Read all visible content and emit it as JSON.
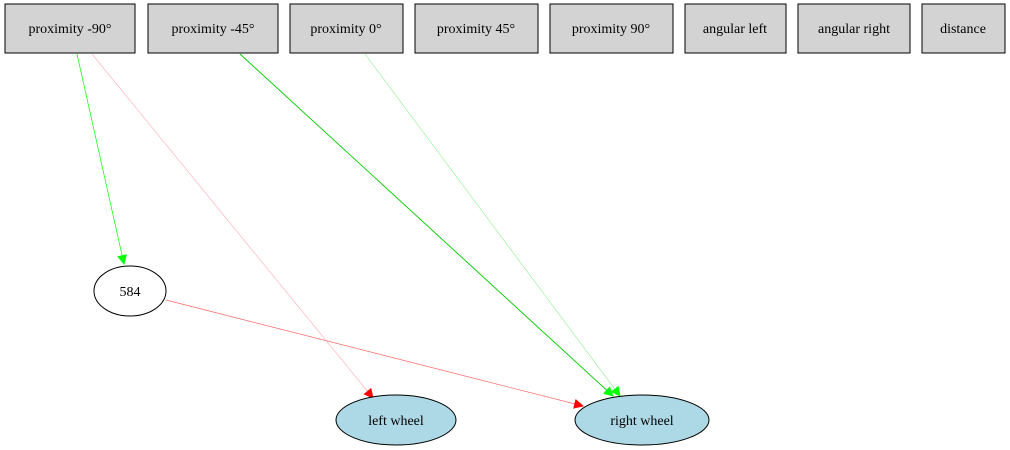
{
  "input_nodes": [
    {
      "id": "in0",
      "label": "proximity -90°"
    },
    {
      "id": "in1",
      "label": "proximity -45°"
    },
    {
      "id": "in2",
      "label": "proximity 0°"
    },
    {
      "id": "in3",
      "label": "proximity 45°"
    },
    {
      "id": "in4",
      "label": "proximity 90°"
    },
    {
      "id": "in5",
      "label": "angular left"
    },
    {
      "id": "in6",
      "label": "angular right"
    },
    {
      "id": "in7",
      "label": "distance"
    }
  ],
  "hidden_nodes": [
    {
      "id": "h584",
      "label": "584",
      "fill": "#ffffff"
    }
  ],
  "output_nodes": [
    {
      "id": "outL",
      "label": "left wheel",
      "fill": "#add8e6"
    },
    {
      "id": "outR",
      "label": "right wheel",
      "fill": "#add8e6"
    }
  ],
  "edges": [
    {
      "from": "in0",
      "to": "h584",
      "color": "#00ff00",
      "sign": "positive"
    },
    {
      "from": "in0",
      "to": "outL",
      "color": "#ffb6c1",
      "sign": "negative"
    },
    {
      "from": "in1",
      "to": "outR",
      "color": "#00cc00",
      "sign": "positive"
    },
    {
      "from": "in2",
      "to": "outR",
      "color": "#90ee90",
      "sign": "positive"
    },
    {
      "from": "h584",
      "to": "outR",
      "color": "#ff6666",
      "sign": "negative"
    }
  ]
}
